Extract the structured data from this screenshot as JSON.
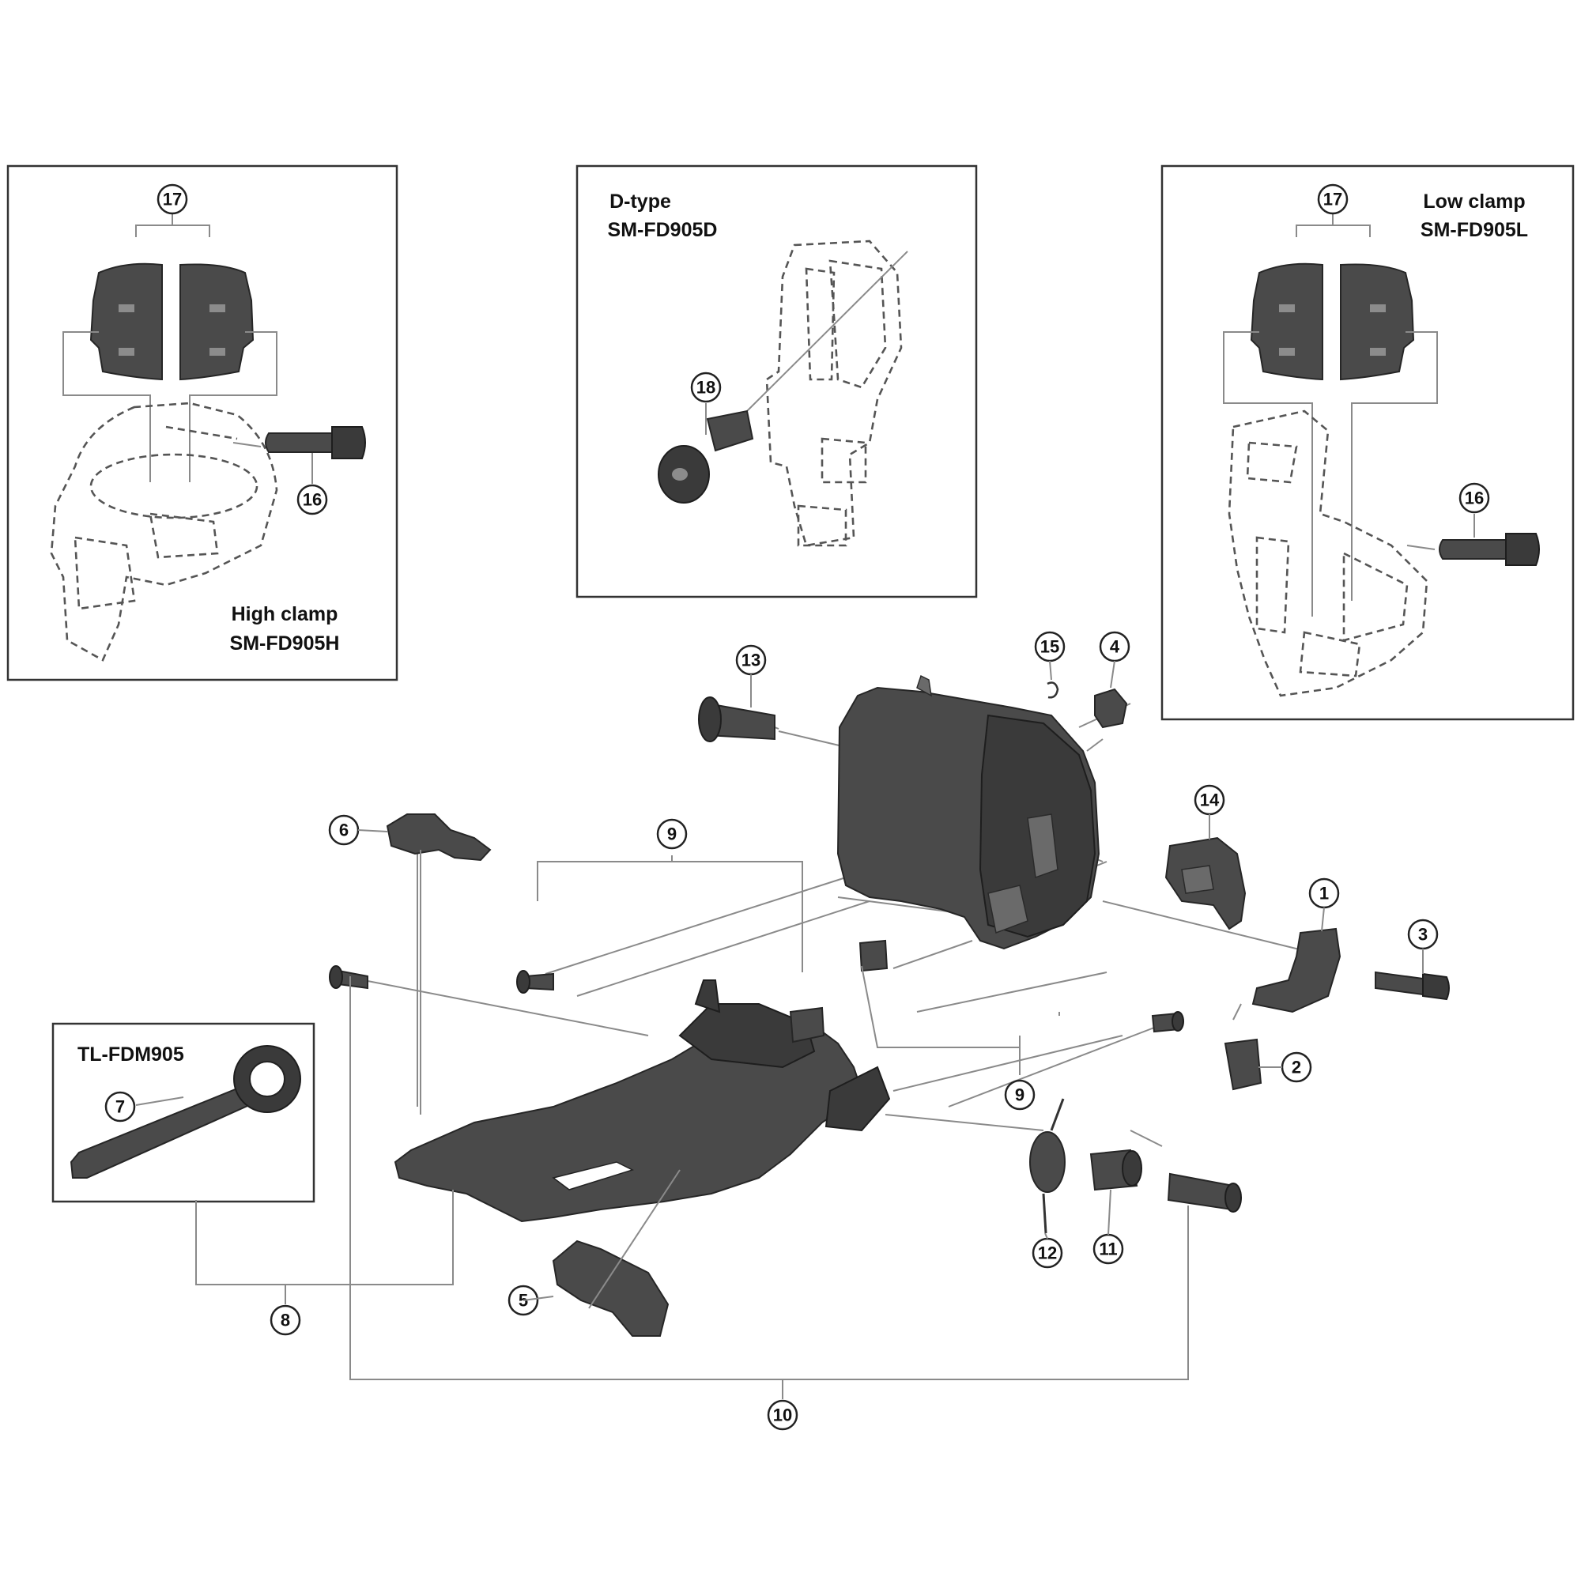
{
  "insets": {
    "high_clamp": {
      "title": "High clamp",
      "model": "SM-FD905H"
    },
    "d_type": {
      "title": "D-type",
      "model": "SM-FD905D"
    },
    "low_clamp": {
      "title": "Low clamp",
      "model": "SM-FD905L"
    },
    "tool": {
      "model": "TL-FDM905"
    }
  },
  "callouts": {
    "c1": "1",
    "c2": "2",
    "c3": "3",
    "c4": "4",
    "c5": "5",
    "c6": "6",
    "c7": "7",
    "c8": "8",
    "c9a": "9",
    "c9b": "9",
    "c10": "10",
    "c11": "11",
    "c12": "12",
    "c13": "13",
    "c14": "14",
    "c15": "15",
    "c16a": "16",
    "c16b": "16",
    "c17a": "17",
    "c17b": "17",
    "c18": "18"
  },
  "colors": {
    "part_fill": "#4a4a4a",
    "outline": "#333333",
    "leader": "#8a8a8a"
  }
}
